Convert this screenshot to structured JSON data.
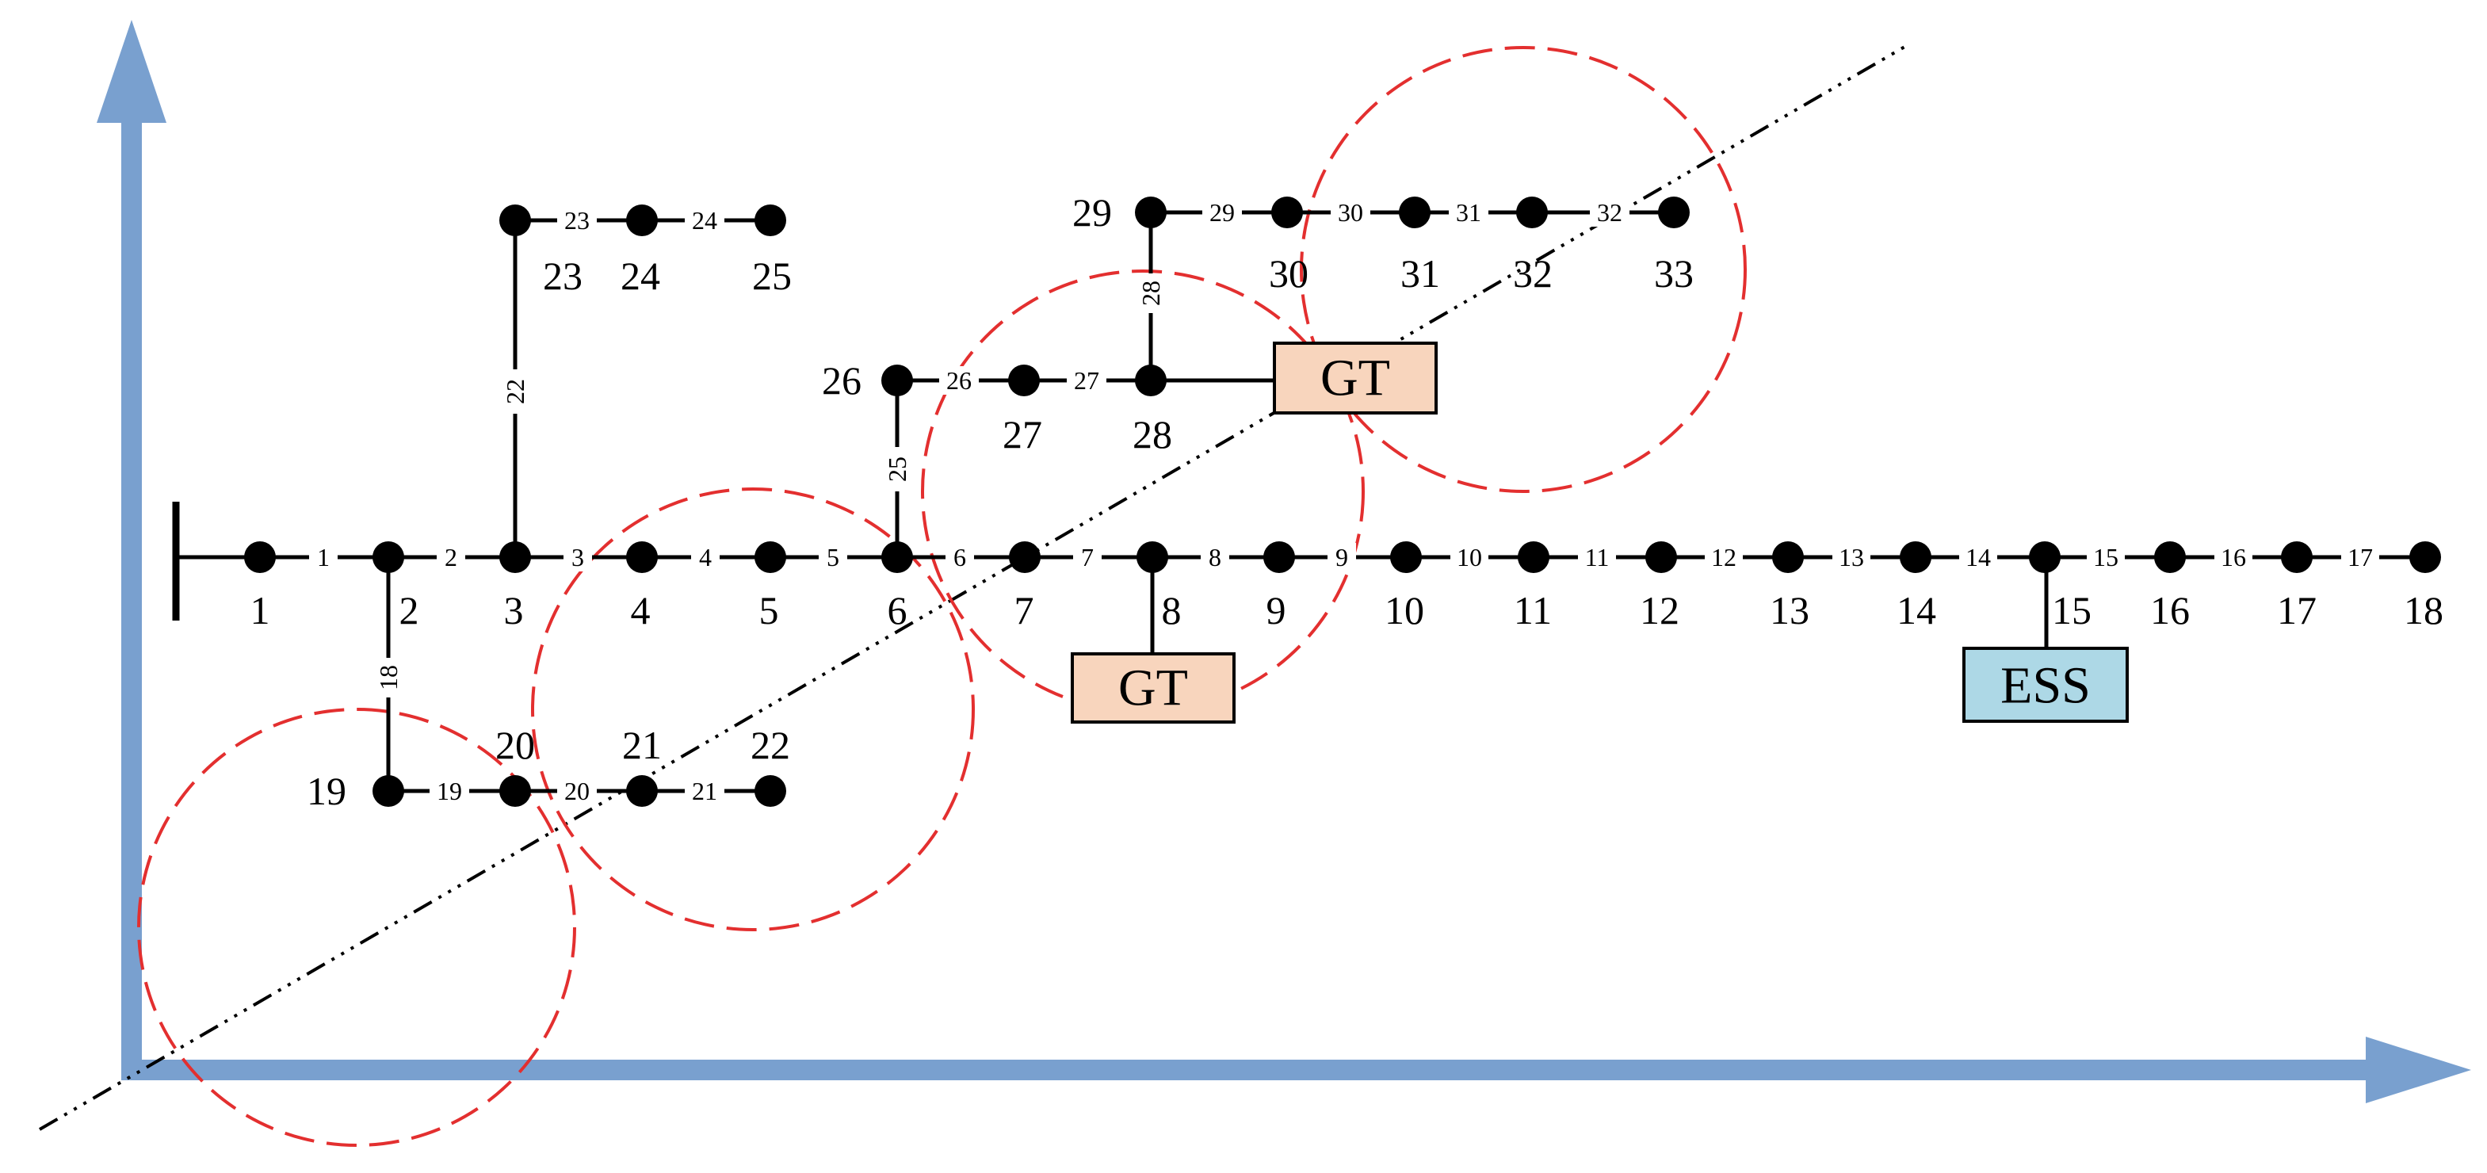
{
  "colors": {
    "axis": "#79A0CF",
    "line": "#000000",
    "node": "#000000",
    "circle": "#E32F2F",
    "gt_fill": "#F8D5BD",
    "ess_fill": "#ADD8E6"
  },
  "buses": [
    "1",
    "2",
    "3",
    "4",
    "5",
    "6",
    "7",
    "8",
    "9",
    "10",
    "11",
    "12",
    "13",
    "14",
    "15",
    "16",
    "17",
    "18",
    "19",
    "20",
    "21",
    "22",
    "23",
    "24",
    "25",
    "26",
    "27",
    "28",
    "29",
    "30",
    "31",
    "32",
    "33"
  ],
  "branches": [
    "1",
    "2",
    "3",
    "4",
    "5",
    "6",
    "7",
    "8",
    "9",
    "10",
    "11",
    "12",
    "13",
    "14",
    "15",
    "16",
    "17",
    "18",
    "19",
    "20",
    "21",
    "22",
    "23",
    "24",
    "25",
    "26",
    "27",
    "28",
    "29",
    "30",
    "31",
    "32"
  ],
  "devices": [
    {
      "id": "gt1",
      "label": "GT"
    },
    {
      "id": "gt2",
      "label": "GT"
    },
    {
      "id": "ess",
      "label": "ESS"
    }
  ]
}
